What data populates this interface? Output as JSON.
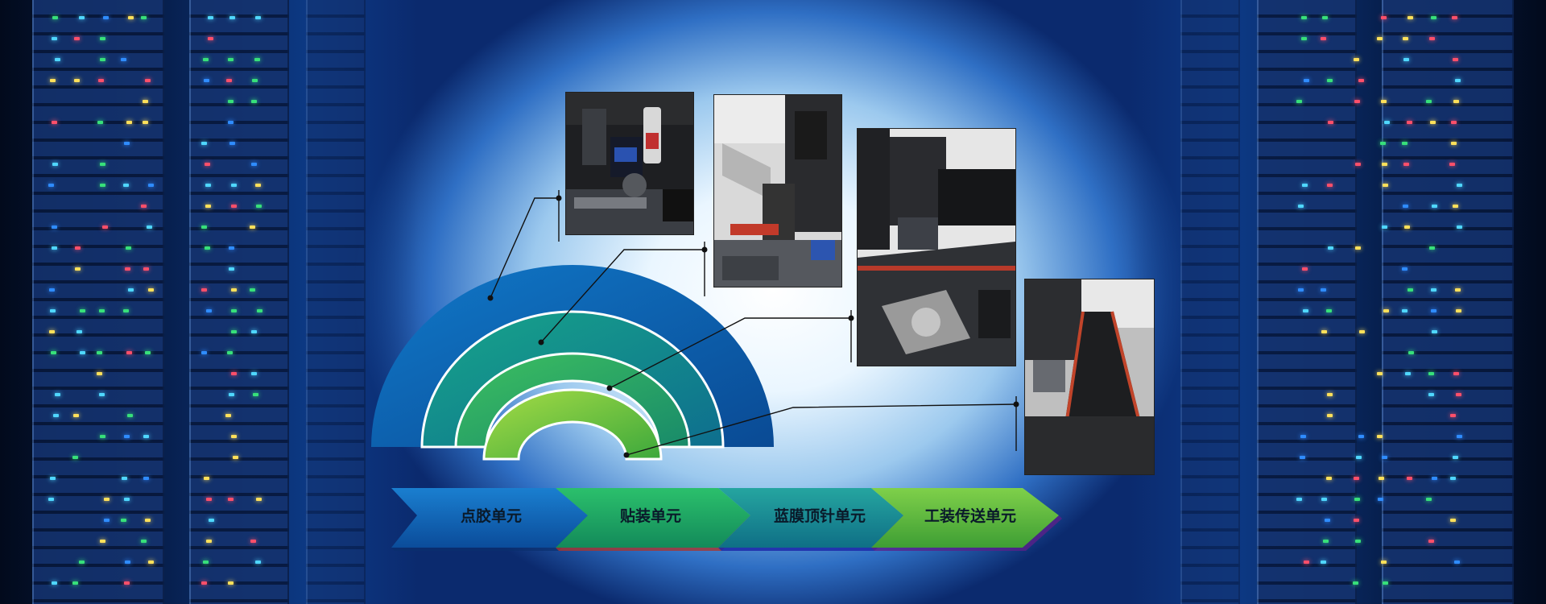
{
  "steps": [
    {
      "label": "点胶单元"
    },
    {
      "label": "贴装单元"
    },
    {
      "label": "蓝膜顶针单元"
    },
    {
      "label": "工装传送单元"
    }
  ],
  "photos": [
    {
      "name": "dispensing-unit-photo"
    },
    {
      "name": "placement-unit-photo"
    },
    {
      "name": "blue-film-ejector-unit-photo"
    },
    {
      "name": "fixture-conveyor-unit-photo"
    }
  ],
  "colors": {
    "ring_outer": "#0a5aa6",
    "ring_2": "#14a07a",
    "ring_3": "#2fb24f",
    "ring_inner": "#8ad13a",
    "arrow_1": "#1163b4",
    "arrow_2": "#24b363",
    "arrow_3": "#1a8a9a",
    "arrow_4": "#6cc23c"
  }
}
